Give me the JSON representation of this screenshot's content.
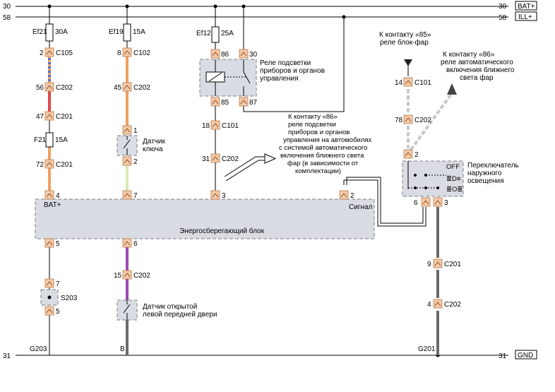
{
  "rails": {
    "bat": {
      "num": "30",
      "tag": "BAT+"
    },
    "ill": {
      "num": "58",
      "tag": "ILL+"
    },
    "gnd": {
      "num": "31",
      "tag": "GND"
    }
  },
  "fuses": [
    {
      "id": "Ef21",
      "rating": "30A"
    },
    {
      "id": "Ef19",
      "rating": "15A"
    },
    {
      "id": "Ef12",
      "rating": "25A"
    },
    {
      "id": "F21",
      "rating": "15A"
    }
  ],
  "connectors": {
    "c105": {
      "pin": "2",
      "name": "C105"
    },
    "c202a": {
      "pin": "56",
      "name": "C202"
    },
    "c201a": {
      "pin": "47",
      "name": "C201"
    },
    "c201b": {
      "pin": "72",
      "name": "C201"
    },
    "c102": {
      "pin": "8",
      "name": "C102"
    },
    "c202b": {
      "pin": "45",
      "name": "C202"
    },
    "c101a": {
      "pin": "18",
      "name": "C101"
    },
    "c202c": {
      "pin": "31",
      "name": "C202"
    },
    "c101b": {
      "pin": "14",
      "name": "C101"
    },
    "c202d": {
      "pin": "78",
      "name": "C202"
    },
    "c202e": {
      "pin": "15",
      "name": "C202"
    },
    "c201c": {
      "pin": "9",
      "name": "C201"
    },
    "c202f": {
      "pin": "4",
      "name": "C202"
    },
    "s203": {
      "name": "S203",
      "pin_top": "7",
      "pin_bottom": "5"
    }
  },
  "pins": {
    "relay86": "86",
    "relay30": "30",
    "relay85": "85",
    "relay87": "87",
    "sensor1": "1",
    "sensor2": "2",
    "block4": "4",
    "block7": "7",
    "block3": "3",
    "block2": "2",
    "block5": "5",
    "block6": "6",
    "switch2": "2",
    "switch6": "6",
    "switch3": "3"
  },
  "labels": {
    "relay": [
      "Реле подсветки",
      "приборов и органов",
      "управления"
    ],
    "key_sensor": [
      "Датчик",
      "ключа"
    ],
    "contact85": [
      "К контакту «85»",
      "реле блок-фар"
    ],
    "contact86_auto": [
      "К контакту «86»",
      "реле автоматического",
      "включения ближнего",
      "света фар"
    ],
    "contact86_relay": [
      "К контакту «86»",
      "реле подсветки",
      "приборов и органов",
      "управления на автомобилях",
      "с системой автоматического",
      "включения ближнего света",
      "фар (в зависимости от",
      "комплектации)"
    ],
    "switch": [
      "Переключатель",
      "наружного",
      "освещения"
    ],
    "switch_off": "OFF",
    "block_name": "Энергосберегающий блок",
    "block_bat": "BAT+",
    "block_signal": "Сигнал",
    "door_sensor": [
      "Датчик открытой",
      "левой передней двери"
    ],
    "ground1": "G203",
    "ground2": "B",
    "ground3": "G201"
  },
  "wire_colors": {
    "orange": "#f0a060",
    "red": "#e04848",
    "blue": "#5a6fd0",
    "lightgreen": "#d8ecb0",
    "purple": "#9a48b0",
    "darkgray": "#6a6a6a",
    "lightgray": "#c8c8c8"
  }
}
